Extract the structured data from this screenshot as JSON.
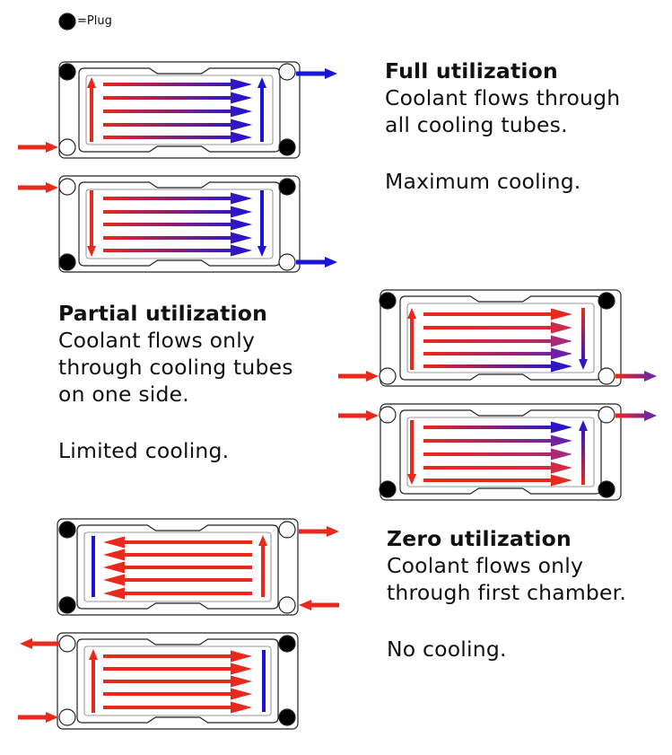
{
  "legend": {
    "symbol_label": "=Plug"
  },
  "sections": [
    {
      "id": "full",
      "title": "Full utilization",
      "lines": [
        "Coolant flows through",
        "all cooling tubes."
      ],
      "conclusion": "Maximum cooling."
    },
    {
      "id": "partial",
      "title": "Partial utilization",
      "lines": [
        "Coolant flows only",
        "through cooling tubes",
        "on one side."
      ],
      "conclusion": "Limited cooling."
    },
    {
      "id": "zero",
      "title": "Zero utilization",
      "lines": [
        "Coolant flows only",
        "through first chamber."
      ],
      "conclusion": "No cooling."
    }
  ],
  "colors": {
    "hot": "#e8291c",
    "cold": "#1a14d8",
    "plug": "#000000",
    "outline": "#222222"
  }
}
